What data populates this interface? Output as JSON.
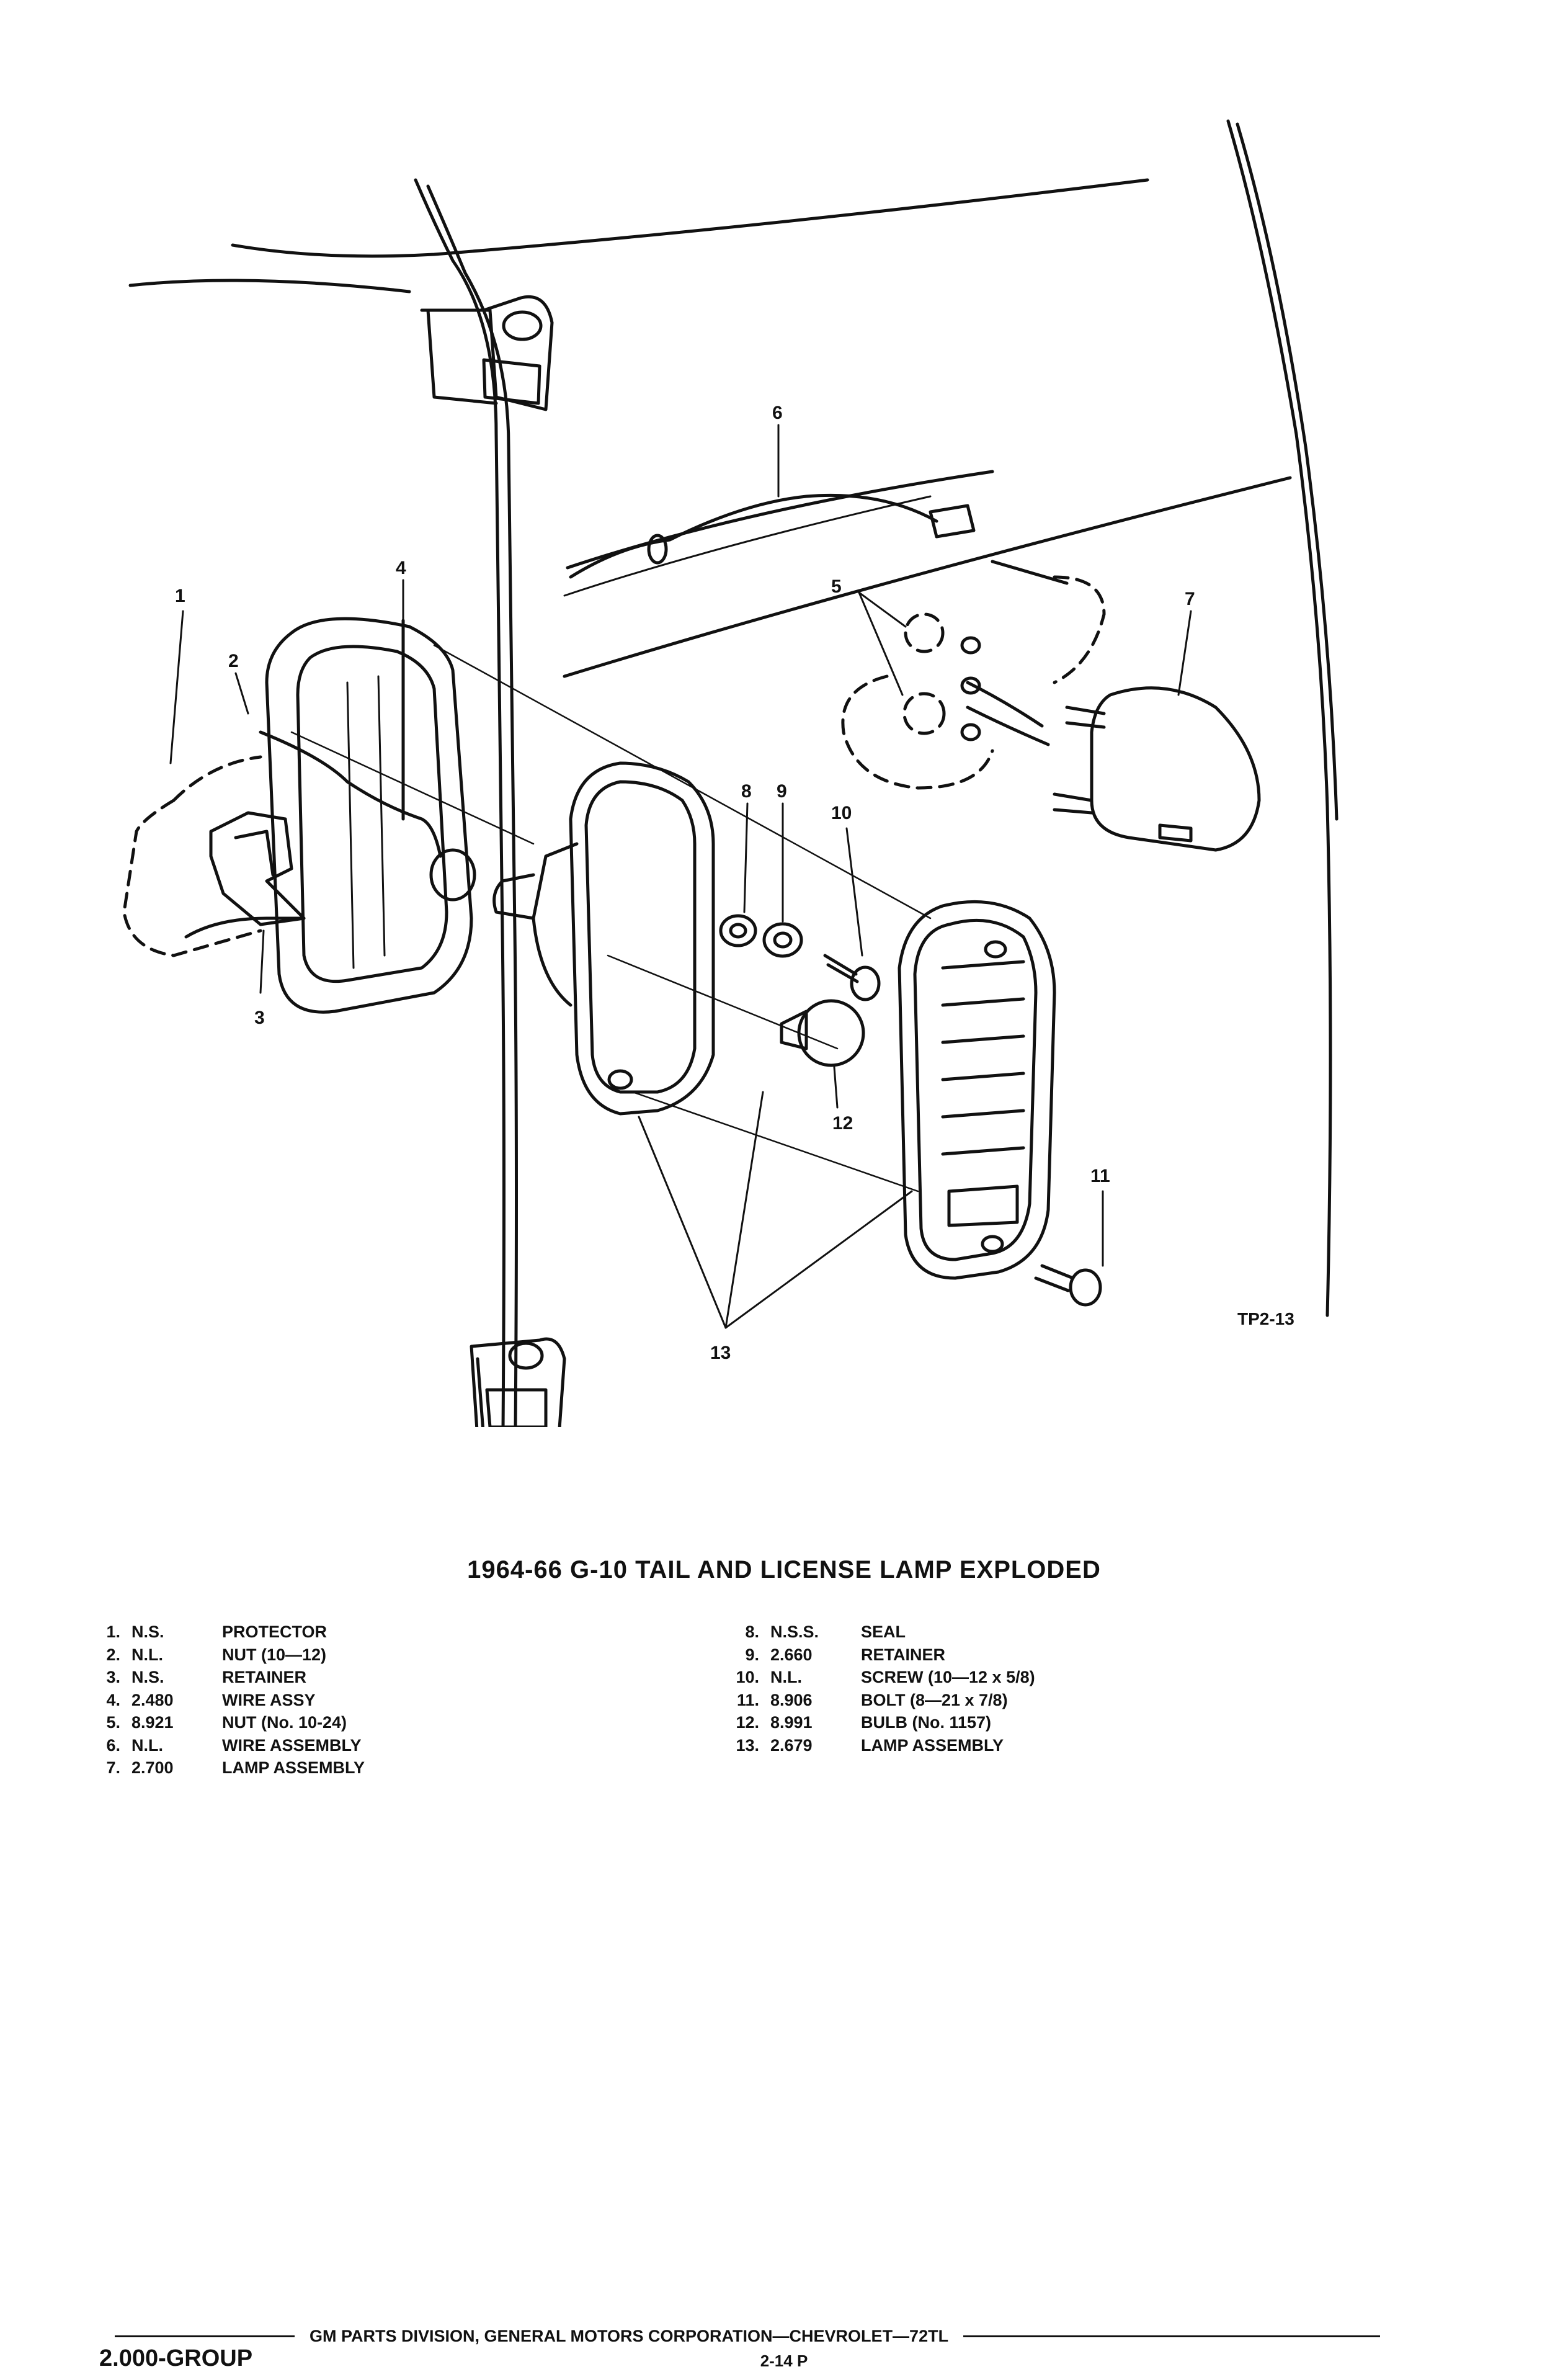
{
  "diagram": {
    "ref_code": "TP2-13",
    "callouts": [
      "1",
      "2",
      "3",
      "4",
      "5",
      "6",
      "7",
      "8",
      "9",
      "10",
      "11",
      "12",
      "13"
    ]
  },
  "title": "1964-66 G-10 TAIL AND LICENSE LAMP EXPLODED",
  "parts": [
    {
      "num": "1.",
      "part": "N.S.",
      "desc": "PROTECTOR"
    },
    {
      "num": "2.",
      "part": "N.L.",
      "desc": "NUT (10—12)"
    },
    {
      "num": "3.",
      "part": "N.S.",
      "desc": "RETAINER"
    },
    {
      "num": "4.",
      "part": "2.480",
      "desc": "WIRE ASSY"
    },
    {
      "num": "5.",
      "part": "8.921",
      "desc": "NUT (No. 10-24)"
    },
    {
      "num": "6.",
      "part": "N.L.",
      "desc": "WIRE ASSEMBLY"
    },
    {
      "num": "7.",
      "part": "2.700",
      "desc": "LAMP ASSEMBLY"
    },
    {
      "num": "8.",
      "part": "N.S.S.",
      "desc": "SEAL"
    },
    {
      "num": "9.",
      "part": "2.660",
      "desc": "RETAINER"
    },
    {
      "num": "10.",
      "part": "N.L.",
      "desc": "SCREW (10—12 x 5/8)"
    },
    {
      "num": "11.",
      "part": "8.906",
      "desc": "BOLT (8—21 x 7/8)"
    },
    {
      "num": "12.",
      "part": "8.991",
      "desc": "BULB (No. 1157)"
    },
    {
      "num": "13.",
      "part": "2.679",
      "desc": "LAMP ASSEMBLY"
    }
  ],
  "footer": {
    "publisher": "GM PARTS DIVISION, GENERAL MOTORS CORPORATION—CHEVROLET—72TL",
    "group": "2.000-GROUP",
    "page": "2-14  P"
  }
}
